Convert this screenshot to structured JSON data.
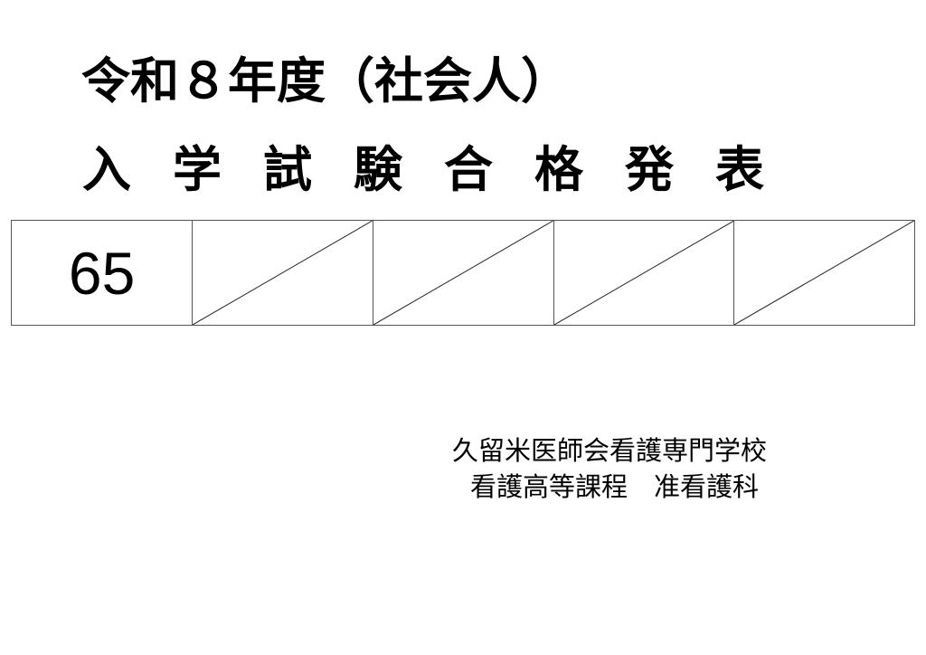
{
  "title_line1": "令和８年度（社会人）",
  "title_line2": [
    "入",
    "学",
    "試",
    "験",
    "合",
    "格",
    "発",
    "表"
  ],
  "results": [
    "65",
    "",
    "",
    "",
    ""
  ],
  "school_name": "久留米医師会看護専門学校",
  "course": "看護高等課程　准看護科"
}
